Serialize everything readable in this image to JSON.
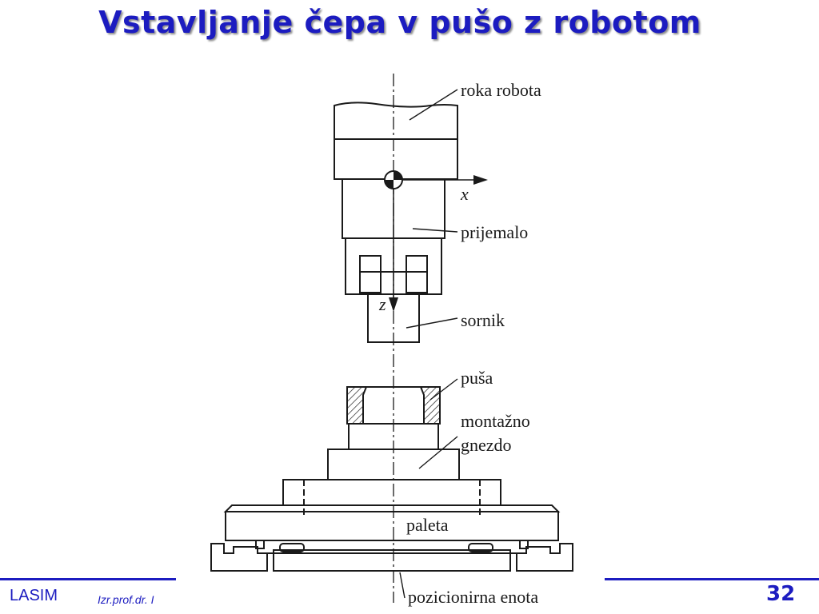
{
  "slide": {
    "title": "Vstavljanje čepa v pušo z robotom",
    "page_number": "32"
  },
  "footer": {
    "organization": "LASIM",
    "author": "Izr.prof.dr. I"
  },
  "figure": {
    "labels": {
      "robot_arm": "roka robota",
      "gripper": "prijemalo",
      "pin": "sornik",
      "bushing": "puša",
      "nest_line1": "montažno",
      "nest_line2": "gnezdo",
      "pallet": "paleta",
      "positioning_unit": "pozicionirna enota"
    },
    "axes": {
      "x": "x",
      "z": "z"
    }
  },
  "colors": {
    "accent": "#1c1cc0",
    "line": "#1a1a1a"
  }
}
